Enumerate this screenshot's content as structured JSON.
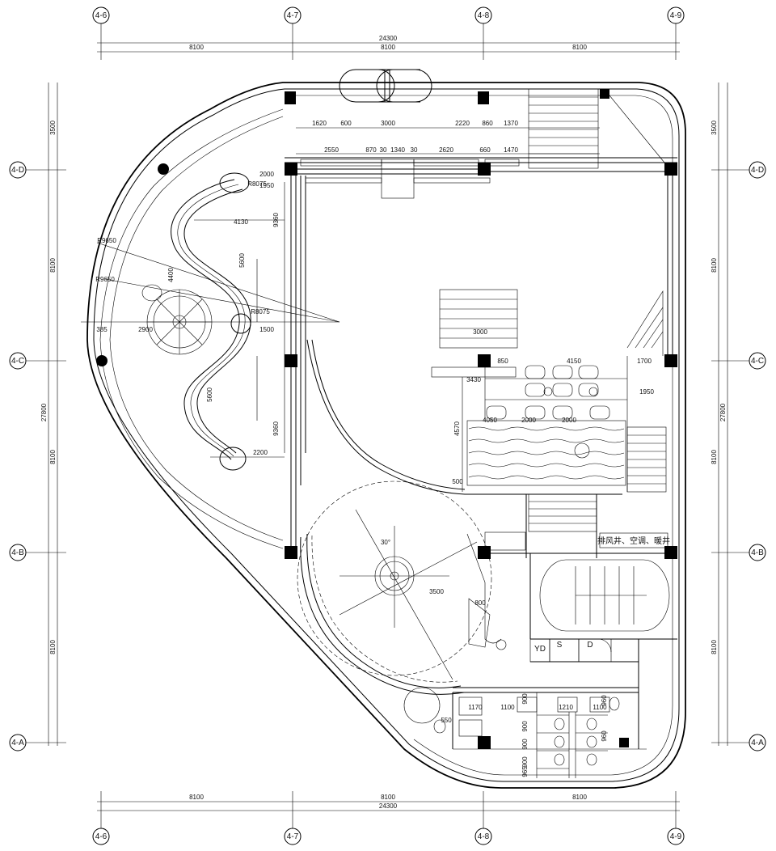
{
  "grid": {
    "columns": [
      "4-6",
      "4-7",
      "4-8",
      "4-9"
    ],
    "rows": [
      "4-D",
      "4-C",
      "4-B",
      "4-A"
    ]
  },
  "dimensions": {
    "top_total": "24300",
    "top_bays": [
      "8100",
      "8100",
      "8100"
    ],
    "bottom_total": "24300",
    "bottom_bays": [
      "8100",
      "8100",
      "8100"
    ],
    "left_total": "27800",
    "left_segments": [
      "3500",
      "8100",
      "8100",
      "8100"
    ],
    "right_total": "27800",
    "right_segments": [
      "3500",
      "8100",
      "8100",
      "8100"
    ]
  },
  "interior_dims": {
    "top_row1": [
      "1620",
      "600",
      "3000",
      "2220",
      "860",
      "1370"
    ],
    "top_row2": [
      "2550",
      "870",
      "30",
      "1340",
      "30",
      "2620",
      "660",
      "1470"
    ],
    "ramp": [
      "4130",
      "4400",
      "5600",
      "9360",
      "5600",
      "9360",
      "2200",
      "1500",
      "2900",
      "385",
      "R9650",
      "R9650",
      "R8075",
      "R8075",
      "1950",
      "2000"
    ],
    "stage": [
      "3000",
      "850",
      "4150",
      "1700",
      "1950",
      "4570",
      "4050",
      "2000",
      "2000",
      "3430",
      "500"
    ],
    "lower": [
      "3500",
      "30°",
      "800",
      "550",
      "1170",
      "1100",
      "1210",
      "1100",
      "960",
      "960",
      "900",
      "900",
      "900",
      "900",
      "965"
    ]
  },
  "labels": {
    "shaft_note": "排风井、空调、暖井",
    "room_yd": "YD",
    "room_s": "S",
    "room_d": "D"
  }
}
